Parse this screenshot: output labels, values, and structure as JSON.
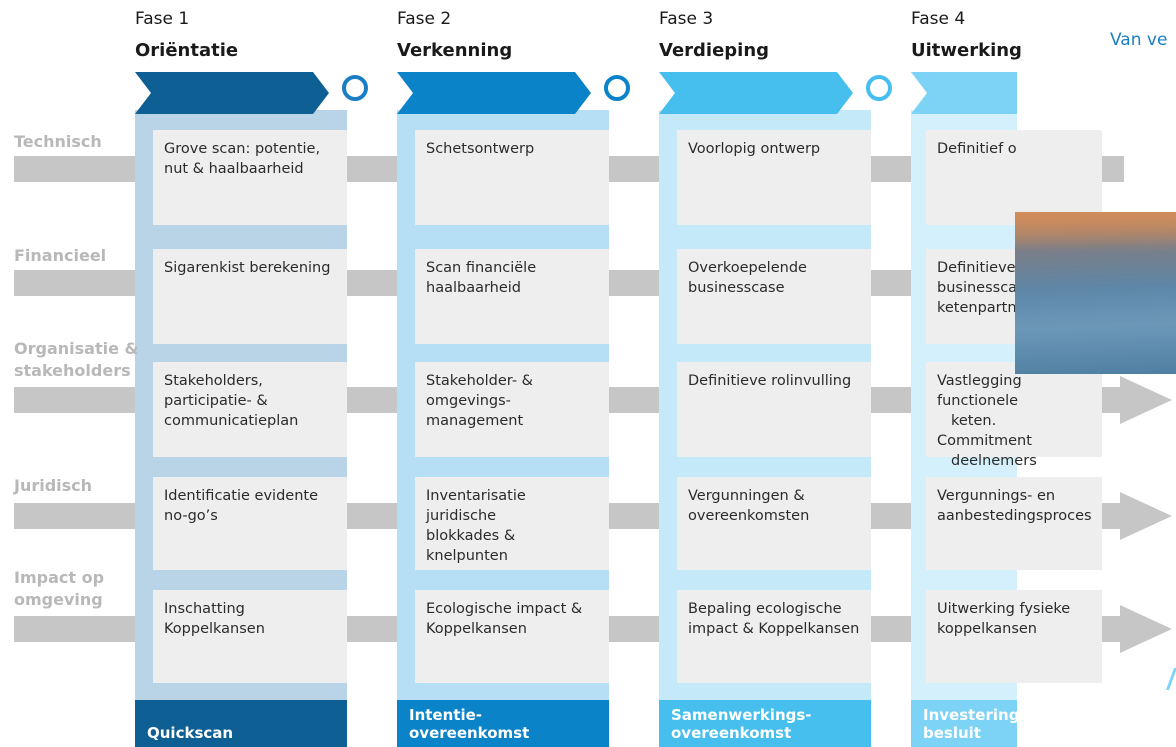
{
  "tagline": "Van ve",
  "phases": [
    {
      "number": "Fase 1",
      "name": "Oriëntatie",
      "outcome": [
        "Quickscan"
      ],
      "dark": "#0e5f93",
      "light": "#b9d4e6",
      "circle": "#1a7ec4",
      "bottom": "#0e5f93"
    },
    {
      "number": "Fase 2",
      "name": "Verkenning",
      "outcome": [
        "Intentie-",
        "overeenkomst"
      ],
      "dark": "#0b83c8",
      "light": "#b6def4",
      "circle": "#0b83c8",
      "bottom": "#0b83c8"
    },
    {
      "number": "Fase 3",
      "name": "Verdieping",
      "outcome": [
        "Samenwerkings-",
        "overeenkomst"
      ],
      "dark": "#46bfee",
      "light": "#c4e9f9",
      "circle": "#46bfee",
      "bottom": "#46bfee"
    },
    {
      "number": "Fase 4",
      "name": "Uitwerking",
      "outcome": [
        "Investerings-",
        "besluit"
      ],
      "dark": "#7dd3f6",
      "light": "#d3f0fc",
      "circle": "#7dd3f6",
      "bottom": "#7dd3f6"
    }
  ],
  "rows": [
    {
      "label": [
        "Technisch"
      ],
      "cells": [
        "Grove scan: potentie, nut & haalbaarheid",
        "Schetsontwerp",
        "Voorlopig ontwerp",
        "Definitief o"
      ]
    },
    {
      "label": [
        "Financieel"
      ],
      "cells": [
        "Sigarenkist berekening",
        "Scan financiële haalbaarheid",
        "Overkoepelende businesscase",
        "Definitieve businessca ketenpartn"
      ]
    },
    {
      "label": [
        "Organisatie &",
        "stakeholders"
      ],
      "cells": [
        "Stakeholders, participatie- & communicatieplan",
        "Stakeholder- & omgevings- management",
        "Definitieve rolinvulling",
        "Vastlegging functionele keten. Commitment deelnemers"
      ]
    },
    {
      "label": [
        "Juridisch"
      ],
      "cells": [
        "Identificatie evidente no-go’s",
        "Inventarisatie juridische blokkades & knelpunten",
        "Vergunningen & overeenkomsten",
        "Vergunnings- en aanbestedingsproces"
      ]
    },
    {
      "label": [
        "Impact op",
        "omgeving"
      ],
      "cells": [
        "Inschatting Koppelkansen",
        "Ecologische impact & Koppelkansen",
        "Bepaling ecologische impact & Koppelkansen",
        "Uitwerking fysieke koppelkansen"
      ]
    }
  ]
}
